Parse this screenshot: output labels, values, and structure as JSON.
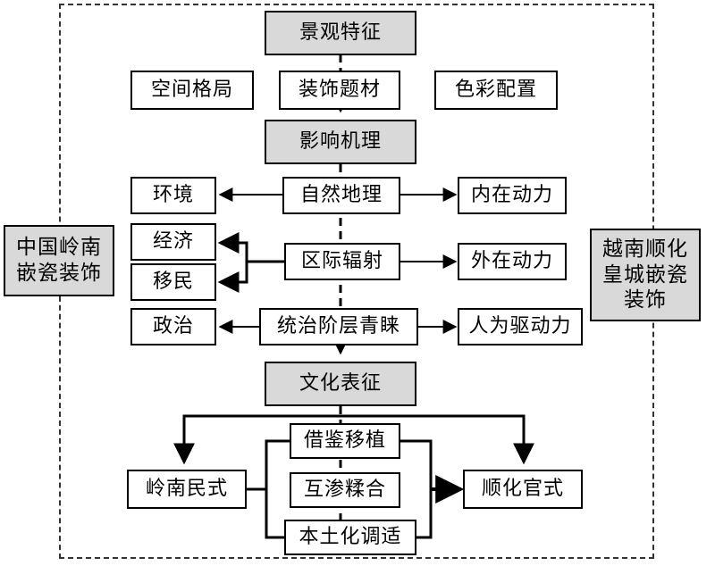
{
  "diagram": {
    "top": {
      "title": "景观特征"
    },
    "features": [
      "空间格局",
      "装饰题材",
      "色彩配置"
    ],
    "mechanism": {
      "title": "影响机理"
    },
    "factors": {
      "natural": {
        "center": "自然地理",
        "left": "环境",
        "right": "内在动力"
      },
      "regional": {
        "center": "区际辐射",
        "left_top": "经济",
        "left_bottom": "移民",
        "right": "外在动力"
      },
      "ruling": {
        "center": "统治阶层青睐",
        "left": "政治",
        "right": "人为驱动力"
      }
    },
    "culture": {
      "title": "文化表征"
    },
    "processes": [
      "借鉴移植",
      "互渗糅合",
      "本土化调适"
    ],
    "styles": {
      "left": "岭南民式",
      "right": "顺化官式"
    },
    "side_labels": {
      "left": "中国岭南嵌瓷装饰",
      "right": "越南顺化皇城嵌瓷装饰"
    }
  }
}
